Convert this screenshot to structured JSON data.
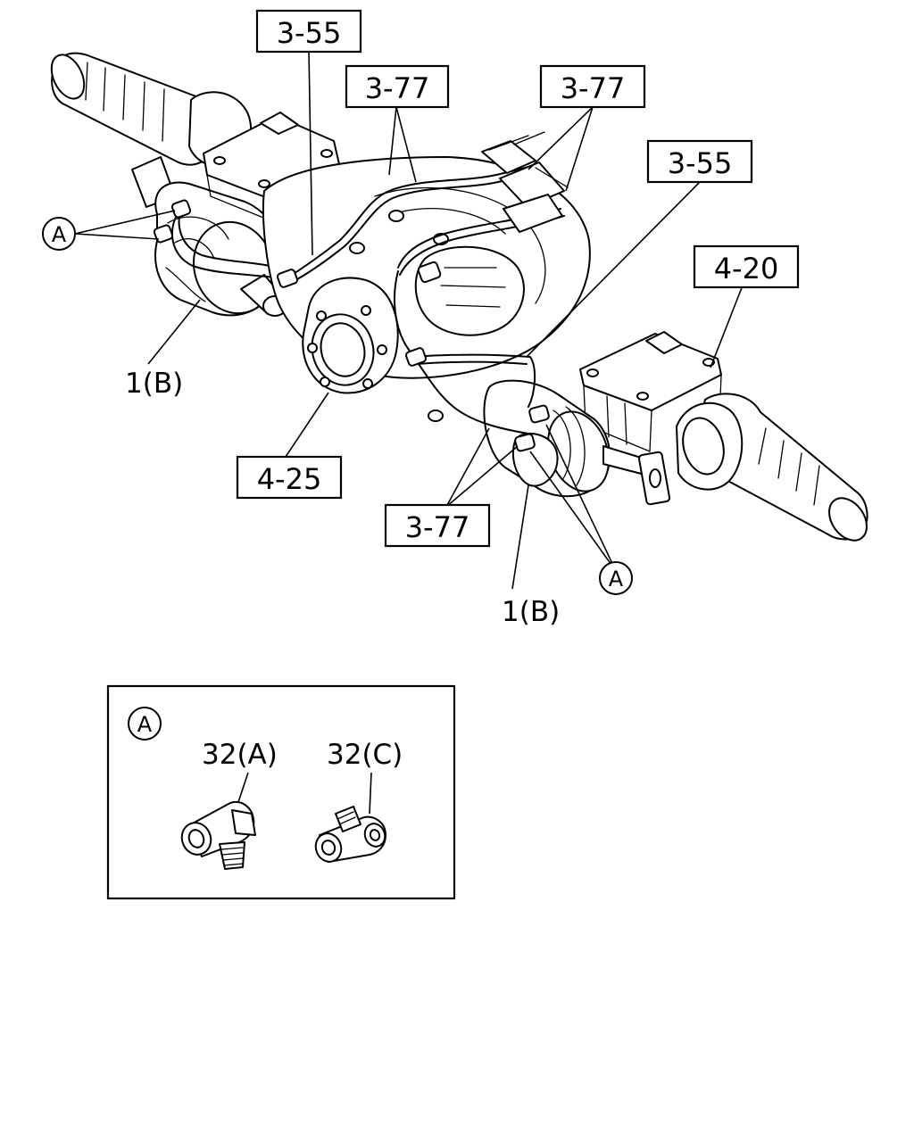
{
  "callouts": {
    "ref_3_55_top": "3-55",
    "ref_3_77_left": "3-77",
    "ref_3_77_right": "3-77",
    "ref_3_55_right": "3-55",
    "ref_4_20": "4-20",
    "ref_4_25": "4-25",
    "ref_3_77_bottom": "3-77",
    "part_1b_left": "1(B)",
    "part_1b_bottom": "1(B)",
    "marker_a_left": "A",
    "marker_a_right": "A"
  },
  "detail_a": {
    "marker": "A",
    "part_32a": "32(A)",
    "part_32c": "32(C)"
  }
}
